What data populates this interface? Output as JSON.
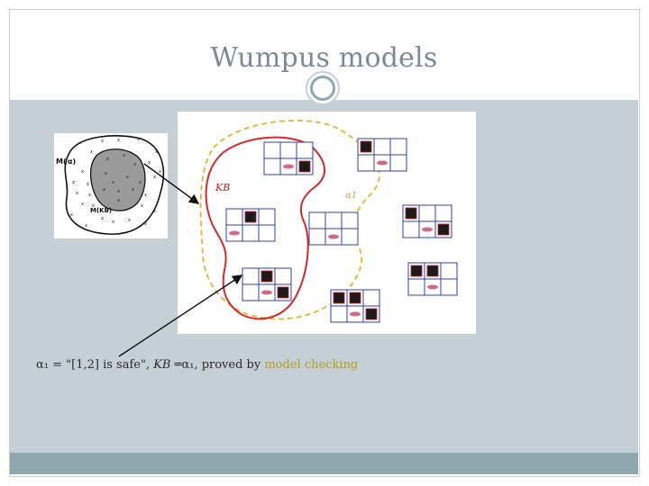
{
  "slide": {
    "title": "Wumpus models"
  },
  "left_figure": {
    "label_m_alpha": "M(",
    "label_mkb": "M(KB)",
    "mark": "x"
  },
  "main_figure": {
    "kb_label": "KB",
    "alpha_label": "α1"
  },
  "caption": {
    "prefix": "α₁ = \"[1,2] is safe\", ",
    "kb": "KB",
    "entails": " ═α₁, proved by ",
    "highlight": "model checking"
  },
  "colors": {
    "title_text": "#7a8a96",
    "content_band": "#c5d0d6",
    "footer_band": "#8fa8b0",
    "kb_boundary": "#d42a2a",
    "alpha_boundary": "#e6b428",
    "grid_line": "#2f3fb0",
    "caption_highlight": "#b59a1a"
  }
}
